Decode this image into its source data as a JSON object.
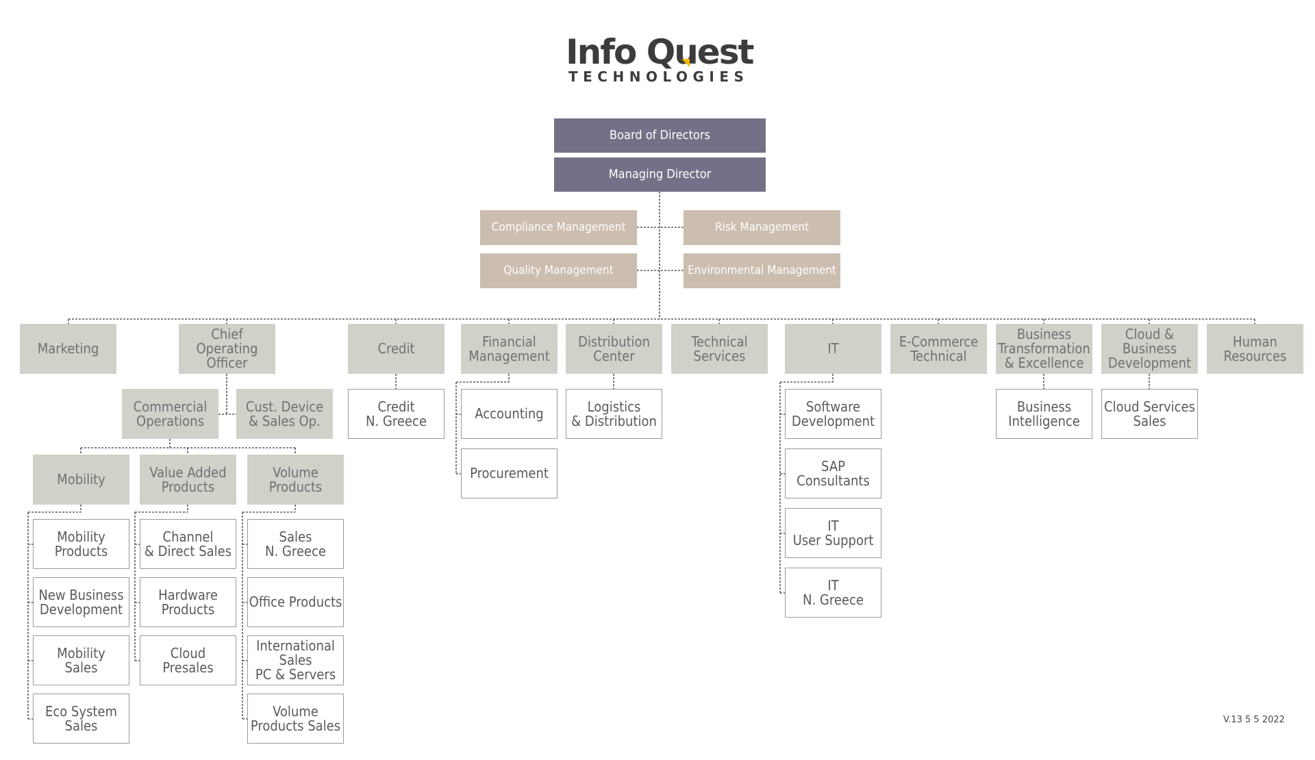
{
  "logo": {
    "name": "Info Quest",
    "tagline": "TECHNOLOGIES",
    "accent_color": "#f2b705"
  },
  "version": "V.13  5 5 2022",
  "colors": {
    "exec": "#727187",
    "mgmt": "#cbbdaf",
    "dept": "#d1d0c9",
    "line": "#5a5a5a"
  },
  "executive": {
    "board": "Board of Directors",
    "md": "Managing Director"
  },
  "management": {
    "compliance": "Compliance Management",
    "risk": "Risk Management",
    "quality": "Quality Management",
    "environmental": "Environmental Management"
  },
  "departments": {
    "marketing": "Marketing",
    "coo": "Chief\nOperating Officer",
    "credit": "Credit",
    "financial": "Financial\nManagement",
    "distribution": "Distribution\nCenter",
    "technical": "Technical\nServices",
    "it": "IT",
    "ecommerce": "E-Commerce\nTechnical",
    "business_transformation": "Business\nTransformation\n& Excellence",
    "cloud_business": "Cloud & Business\nDevelopment",
    "hr": "Human\nResources"
  },
  "coo_units": {
    "commercial_ops": "Commercial\nOperations",
    "cust_device": "Cust. Device\n& Sales Op."
  },
  "commercial_divisions": {
    "mobility": "Mobility",
    "value_added": "Value Added\nProducts",
    "volume": "Volume\nProducts"
  },
  "mobility_units": [
    "Mobility\nProducts",
    "New Business\nDevelopment",
    "Mobility\nSales",
    "Eco System\nSales"
  ],
  "value_added_units": [
    "Channel\n& Direct Sales",
    "Hardware\nProducts",
    "Cloud\nPresales"
  ],
  "volume_units": [
    "Sales\nN. Greece",
    "Office Products",
    "International Sales\nPC & Servers",
    "Volume\nProducts Sales"
  ],
  "credit_units": [
    "Credit\nN. Greece"
  ],
  "financial_units": [
    "Accounting",
    "Procurement"
  ],
  "distribution_units": [
    "Logistics\n& Distribution"
  ],
  "it_units": [
    "Software\nDevelopment",
    "SAP\nConsultants",
    "IT\nUser Support",
    "IT\nN. Greece"
  ],
  "bt_units": [
    "Business\nIntelligence"
  ],
  "cloud_units": [
    "Cloud Services\nSales"
  ]
}
